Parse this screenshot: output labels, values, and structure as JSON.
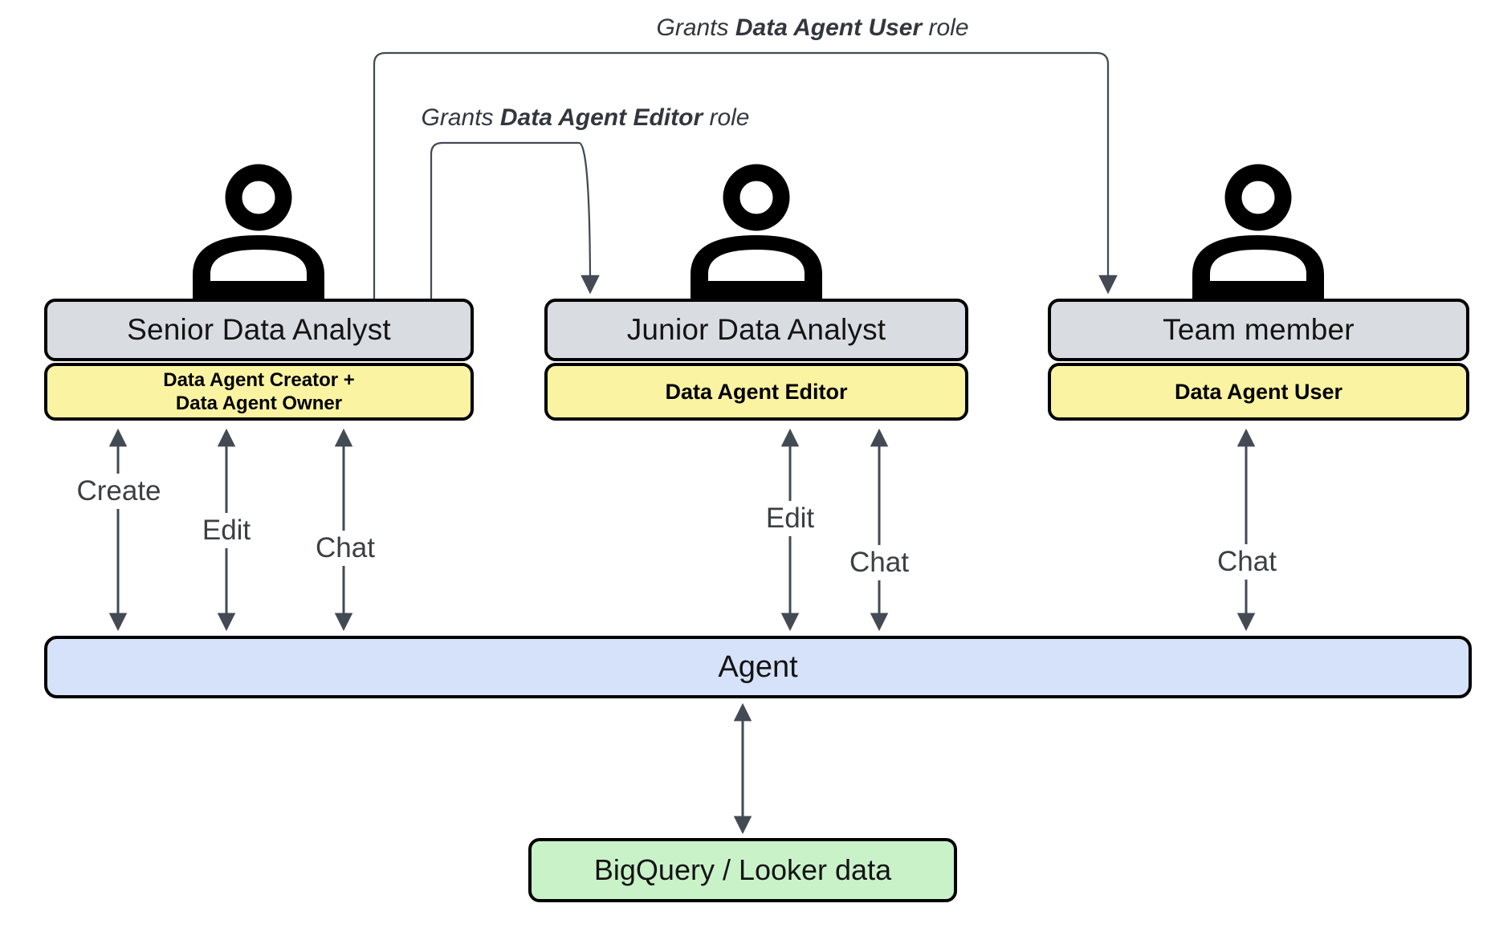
{
  "grants": [
    {
      "prefix": "Grants ",
      "bold": "Data Agent User",
      "suffix": " role"
    },
    {
      "prefix": "Grants ",
      "bold": "Data Agent Editor",
      "suffix": " role"
    }
  ],
  "personas": [
    {
      "title": "Senior Data Analyst",
      "role_line1": "Data Agent Creator +",
      "role_line2": "Data Agent Owner",
      "actions": [
        "Create",
        "Edit",
        "Chat"
      ]
    },
    {
      "title": "Junior Data Analyst",
      "role_line1": "Data Agent Editor",
      "actions": [
        "Edit",
        "Chat"
      ]
    },
    {
      "title": "Team member",
      "role_line1": "Data Agent User",
      "actions": [
        "Chat"
      ]
    }
  ],
  "agent": {
    "label": "Agent"
  },
  "datastore": {
    "label": "BigQuery / Looker data"
  },
  "colors": {
    "box-gray": "#d9dce1",
    "box-yellow": "#faf3a1",
    "box-blue": "#d5e2fa",
    "box-green": "#c9f2c9",
    "arrow-color": "#434a54",
    "stroke-black": "#000000"
  }
}
